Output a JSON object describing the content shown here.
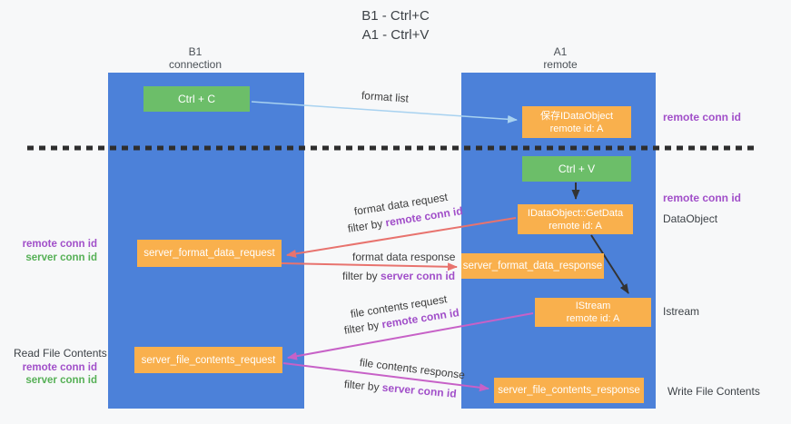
{
  "title": {
    "line1": "B1 - Ctrl+C",
    "line2": "A1 - Ctrl+V"
  },
  "lanes": {
    "left": {
      "title": "B1",
      "subtitle": "connection"
    },
    "right": {
      "title": "A1",
      "subtitle": "remote"
    }
  },
  "nodes": {
    "ctrl_c": {
      "label": "Ctrl + C"
    },
    "save_dataobject": {
      "line1": "保存IDataObject",
      "line2": "remote id: A"
    },
    "ctrl_v": {
      "label": "Ctrl + V"
    },
    "getdata": {
      "line1": "IDataObject::GetData",
      "line2": "remote id: A"
    },
    "server_format_data_request": {
      "label": "server_format_data_request"
    },
    "server_format_data_response": {
      "label": "server_format_data_response"
    },
    "istream": {
      "line1": "IStream",
      "line2": "remote id: A"
    },
    "server_file_contents_request": {
      "label": "server_file_contents_request"
    },
    "server_file_contents_response": {
      "label": "server_file_contents_response"
    }
  },
  "edge_labels": {
    "format_list": "format list",
    "format_data_request": "format data request",
    "format_data_response": "format data response",
    "file_contents_request": "file contents request",
    "file_contents_response": "file contents response",
    "filter_by": "filter by",
    "remote_conn_id": "remote conn id",
    "server_conn_id": "server conn id"
  },
  "side_labels": {
    "remote_conn_id_top_right": "remote conn id",
    "remote_conn_id_mid_right": "remote conn id",
    "dataobject": "DataObject",
    "remote_conn_id_left_1": "remote conn id",
    "server_conn_id_left_1": "server conn id",
    "istream": "Istream",
    "read_file_contents": "Read File Contents",
    "remote_conn_id_left_2": "remote conn id",
    "server_conn_id_left_2": "server conn id",
    "write_file_contents": "Write File Contents"
  },
  "colors": {
    "lane_blue": "#4c81d9",
    "box_green": "#6cbe69",
    "box_orange": "#f9b04d",
    "arrow_light_blue": "#a8d2f0",
    "arrow_red": "#e8736e",
    "arrow_magenta": "#c761c7",
    "arrow_black": "#333333",
    "text_purple": "#a14fc9",
    "text_green": "#56b056"
  }
}
